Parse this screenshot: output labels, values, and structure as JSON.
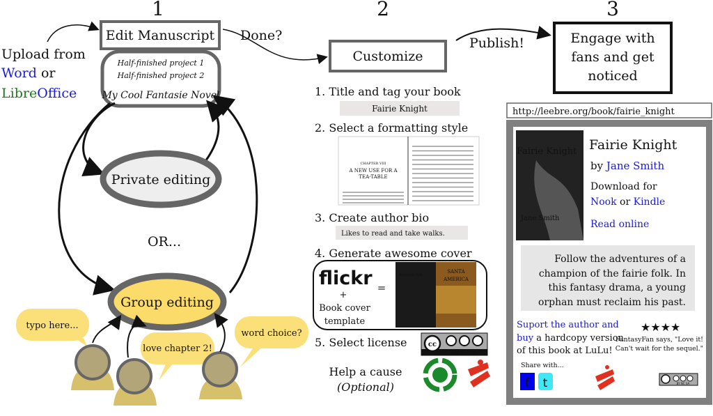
{
  "steps": {
    "one": "1",
    "two": "2",
    "three": "3"
  },
  "left": {
    "edit_manuscript": "Edit Manuscript",
    "upload_from": "Upload from",
    "word": "Word",
    "or": "or",
    "libre": "Libre",
    "office": "Office",
    "projects": [
      "Half-finished project 1",
      "Half-finished project 2",
      "My Cool Fantasie Novel"
    ],
    "private_editing": "Private editing",
    "or_text": "OR...",
    "group_editing": "Group editing",
    "comments": [
      "typo here...",
      "love chapter 2!",
      "word choice?"
    ]
  },
  "middle": {
    "done": "Done?",
    "customize": "Customize",
    "step1": "1. Title and tag your book",
    "title_value": "Fairie Knight",
    "step2": "2. Select a formatting style",
    "format_preview": {
      "chapter": "CHAPTER VIII",
      "title1": "A NEW USE FOR A",
      "title2": "TEA-TABLE"
    },
    "step3": "3. Create author bio",
    "bio_value": "Likes to read and take walks.",
    "step4": "4. Generate awesome cover",
    "flickr": "flickr",
    "plus": "+",
    "template1": "Book cover",
    "template2": "template",
    "equals": "=",
    "covers": {
      "left": "Resident Will",
      "right1": "SANTA",
      "right2": "AMERICA"
    },
    "step5": "5. Select license",
    "license": "BY NC SA",
    "help_cause": "Help a cause",
    "optional": "(Optional)"
  },
  "right": {
    "publish": "Publish!",
    "engage": [
      "Engage with",
      "fans and get",
      "noticed"
    ],
    "url": "http://leebre.org/book/fairie_knight",
    "cover_title": "Fairie Knight",
    "cover_author": "Jane Smith",
    "book_title": "Fairie Knight",
    "by": "by",
    "author": "Jane Smith",
    "download_for": "Download for",
    "nook": "Nook",
    "or": "or",
    "kindle": "Kindle",
    "read_online": "Read online",
    "blurb": [
      "Follow the adventures of a",
      "champion of the fairie folk. In",
      "this fantasy drama, a young",
      "orphan must reclaim his past."
    ],
    "support": [
      "Suport the author and",
      "buy",
      "a hardcopy version",
      "of this book at LuLu!"
    ],
    "stars": "★★★★",
    "review": [
      "FantasyFan says, \"Love it!",
      "Can't wait for the sequel.\""
    ],
    "share_with": "Share with...",
    "license": "BY NC SA"
  },
  "colors": {
    "gray": "#666666",
    "yellow": "#fbdc6a",
    "blue": "#1a1add",
    "green": "#1a7a1a"
  }
}
